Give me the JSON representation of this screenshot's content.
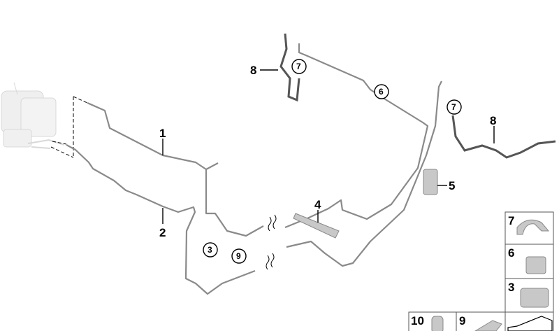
{
  "callouts": [
    {
      "id": "1",
      "text": "1"
    },
    {
      "id": "2",
      "text": "2"
    },
    {
      "id": "4",
      "text": "4"
    },
    {
      "id": "5",
      "text": "5"
    },
    {
      "id": "8a",
      "text": "8"
    },
    {
      "id": "8b",
      "text": "8"
    }
  ],
  "circled_callouts": [
    {
      "id": "3",
      "text": "3"
    },
    {
      "id": "9",
      "text": "9"
    },
    {
      "id": "6",
      "text": "6"
    },
    {
      "id": "7a",
      "text": "7"
    },
    {
      "id": "7b",
      "text": "7"
    }
  ],
  "legend": [
    {
      "number": "7",
      "icon": "bracket-clip-icon"
    },
    {
      "number": "6",
      "icon": "pipe-clip-icon"
    },
    {
      "number": "3",
      "icon": "double-pipe-clip-icon"
    },
    {
      "number": "10",
      "icon": "threaded-insert-icon"
    },
    {
      "number": "9",
      "icon": "multi-pipe-clip-icon"
    },
    {
      "number": "",
      "icon": "frame-shape-icon"
    }
  ]
}
